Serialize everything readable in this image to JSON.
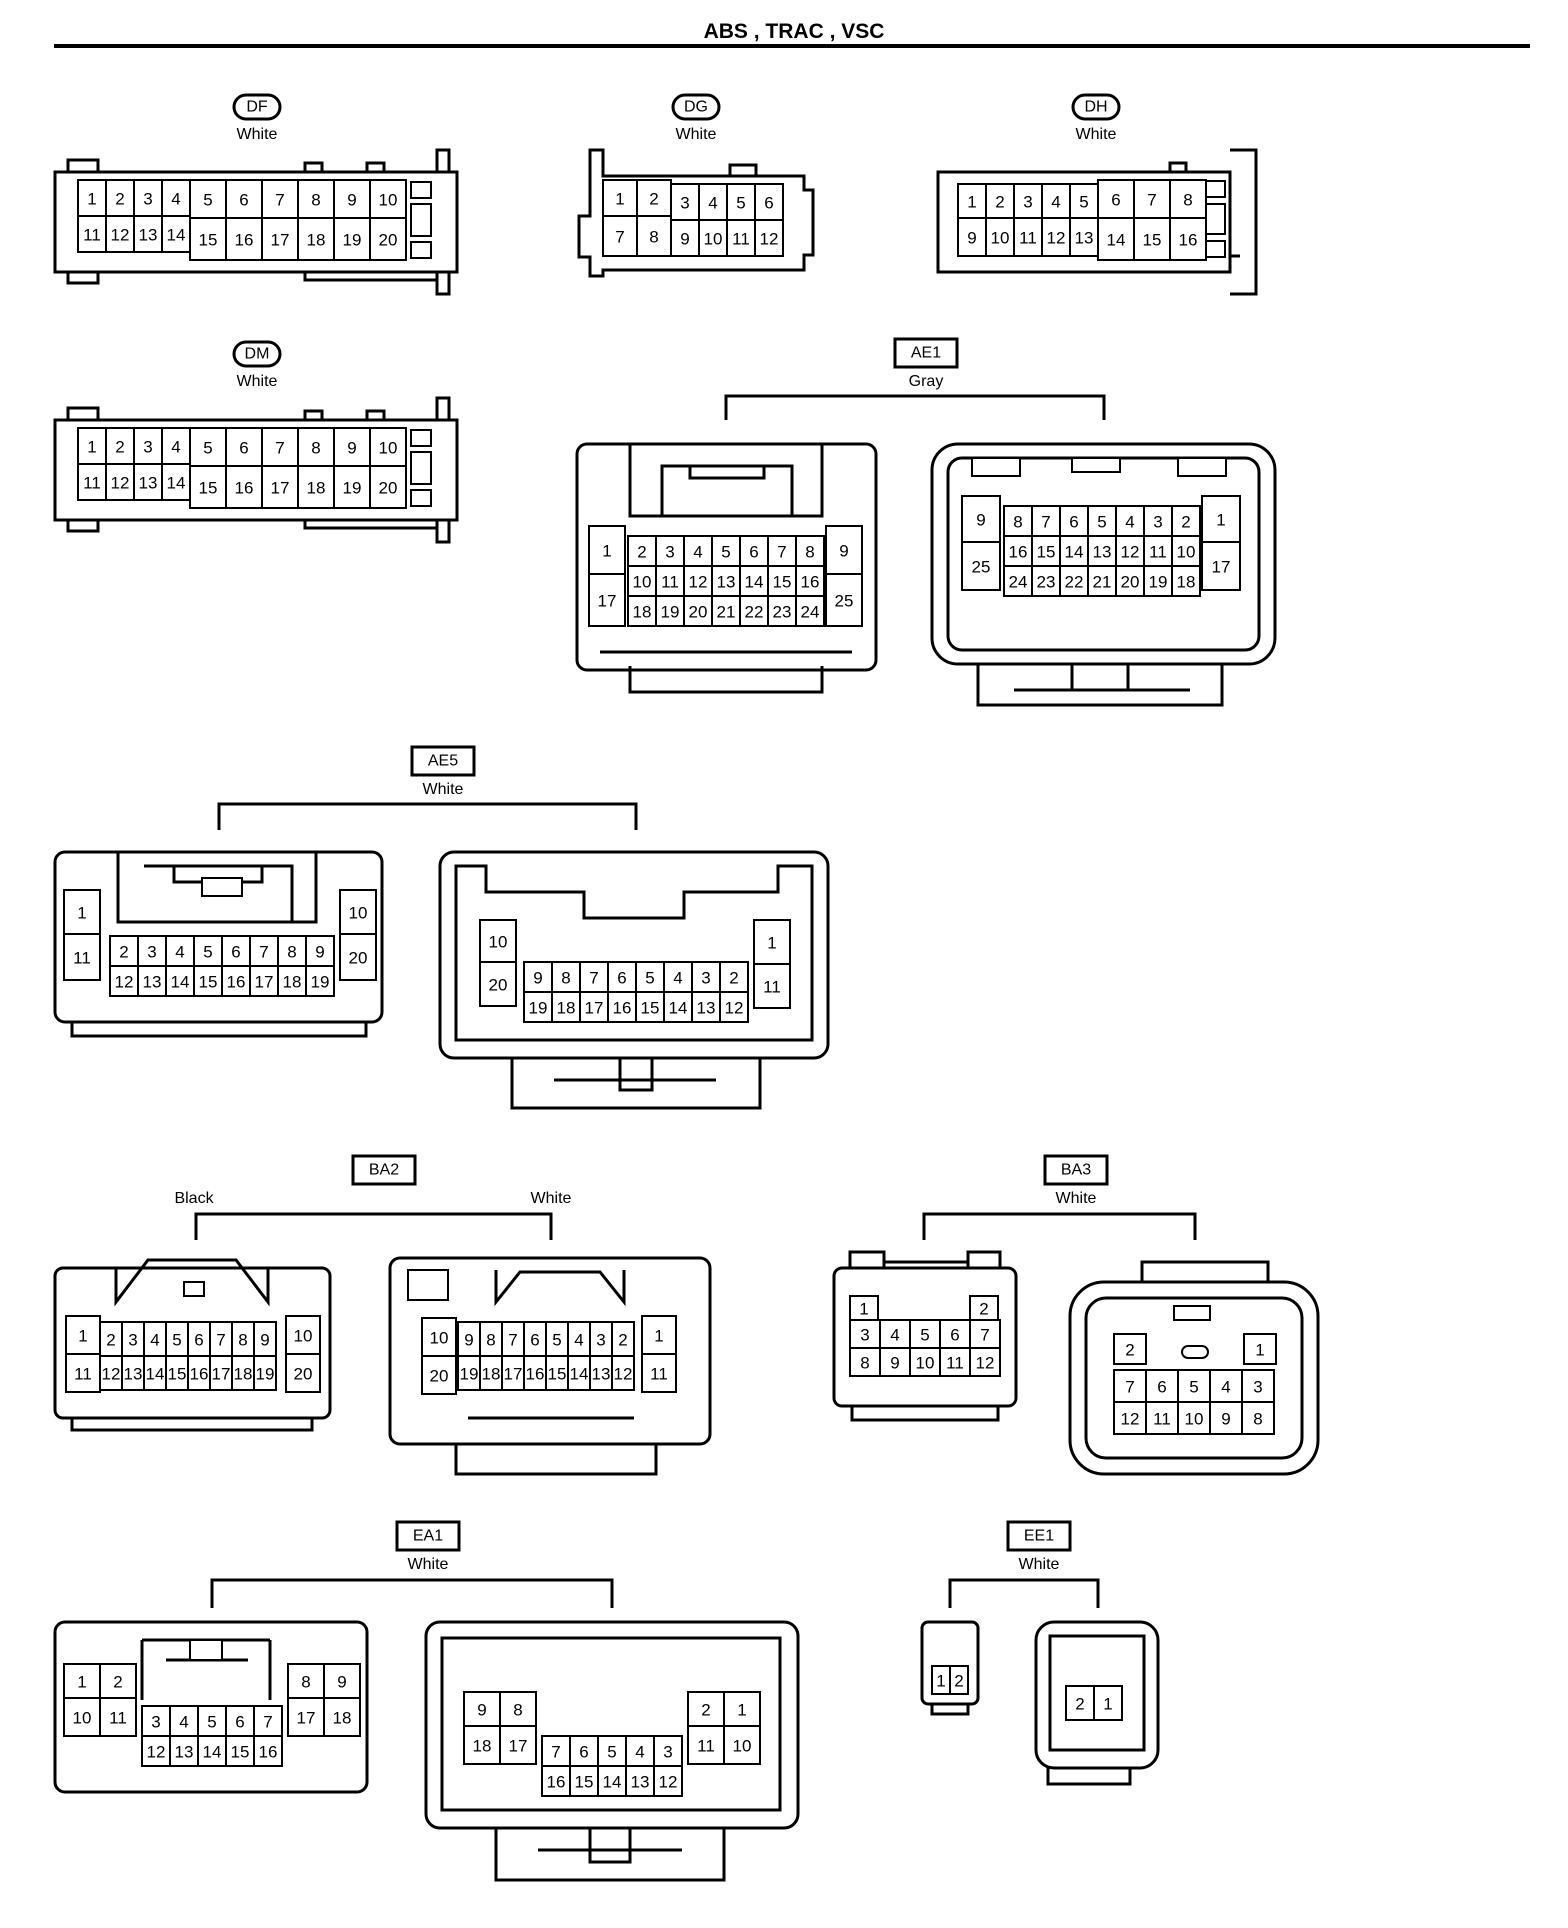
{
  "title": "ABS , TRAC , VSC",
  "connectors": {
    "DF": {
      "code": "DF",
      "color": "White"
    },
    "DG": {
      "code": "DG",
      "color": "White"
    },
    "DH": {
      "code": "DH",
      "color": "White"
    },
    "DM": {
      "code": "DM",
      "color": "White"
    },
    "AE1": {
      "code": "AE1",
      "color": "Gray"
    },
    "AE5": {
      "code": "AE5",
      "color": "White"
    },
    "BA2": {
      "code": "BA2",
      "color_left": "Black",
      "color_right": "White"
    },
    "BA3": {
      "code": "BA3",
      "color": "White"
    },
    "EA1": {
      "code": "EA1",
      "color": "White"
    },
    "EE1": {
      "code": "EE1",
      "color": "White"
    }
  }
}
